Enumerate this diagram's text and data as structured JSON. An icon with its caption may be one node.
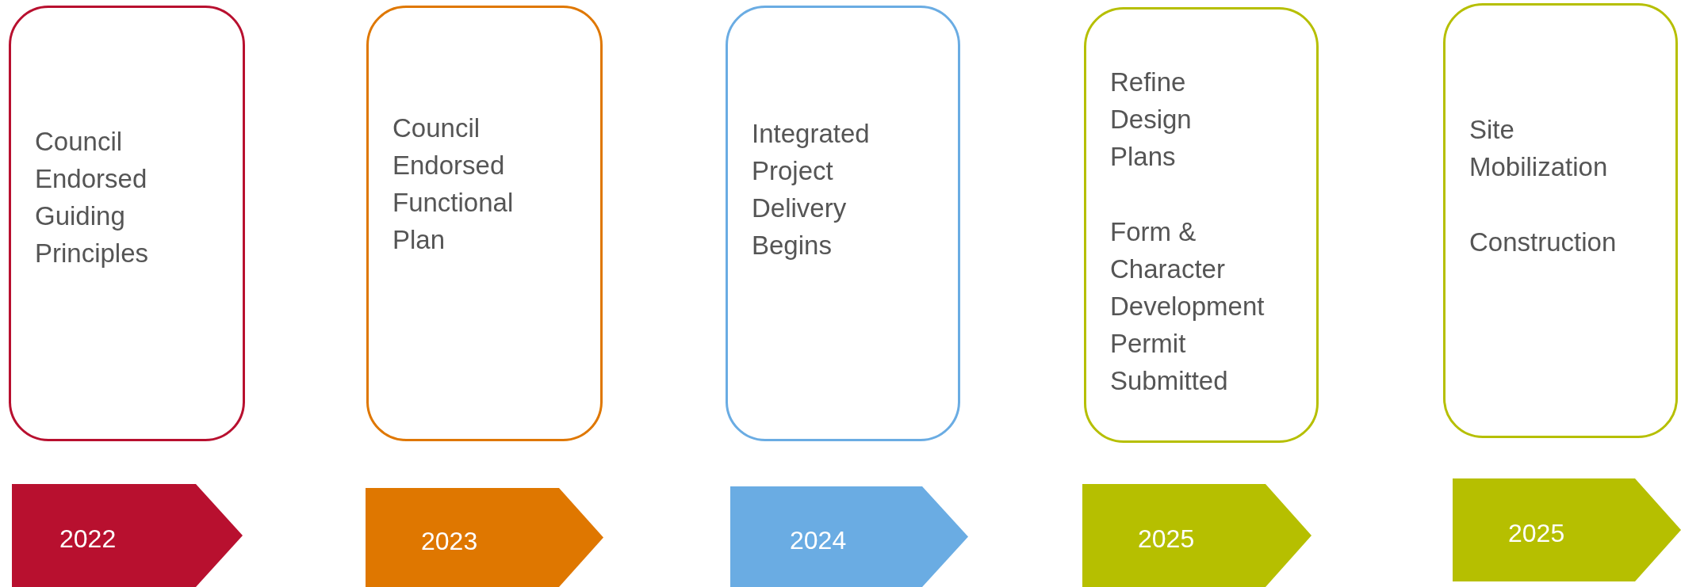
{
  "diagram": {
    "nodes": [
      {
        "text": [
          "Council Endorsed Guiding Principles"
        ]
      },
      {
        "text": [
          "Council Endorsed Functional Plan"
        ]
      },
      {
        "text": [
          "Integrated Project Delivery Begins"
        ]
      },
      {
        "text": [
          "Refine Design Plans",
          "Form & Character Development Permit Submitted"
        ]
      },
      {
        "text": [
          "Site Mobilization",
          "Construction"
        ]
      },
      {
        "text": [
          "2022"
        ]
      },
      {
        "text": [
          "2023"
        ]
      },
      {
        "text": [
          "2024"
        ]
      },
      {
        "text": [
          "2025"
        ]
      },
      {
        "text": [
          "2025"
        ]
      }
    ],
    "edges": []
  }
}
